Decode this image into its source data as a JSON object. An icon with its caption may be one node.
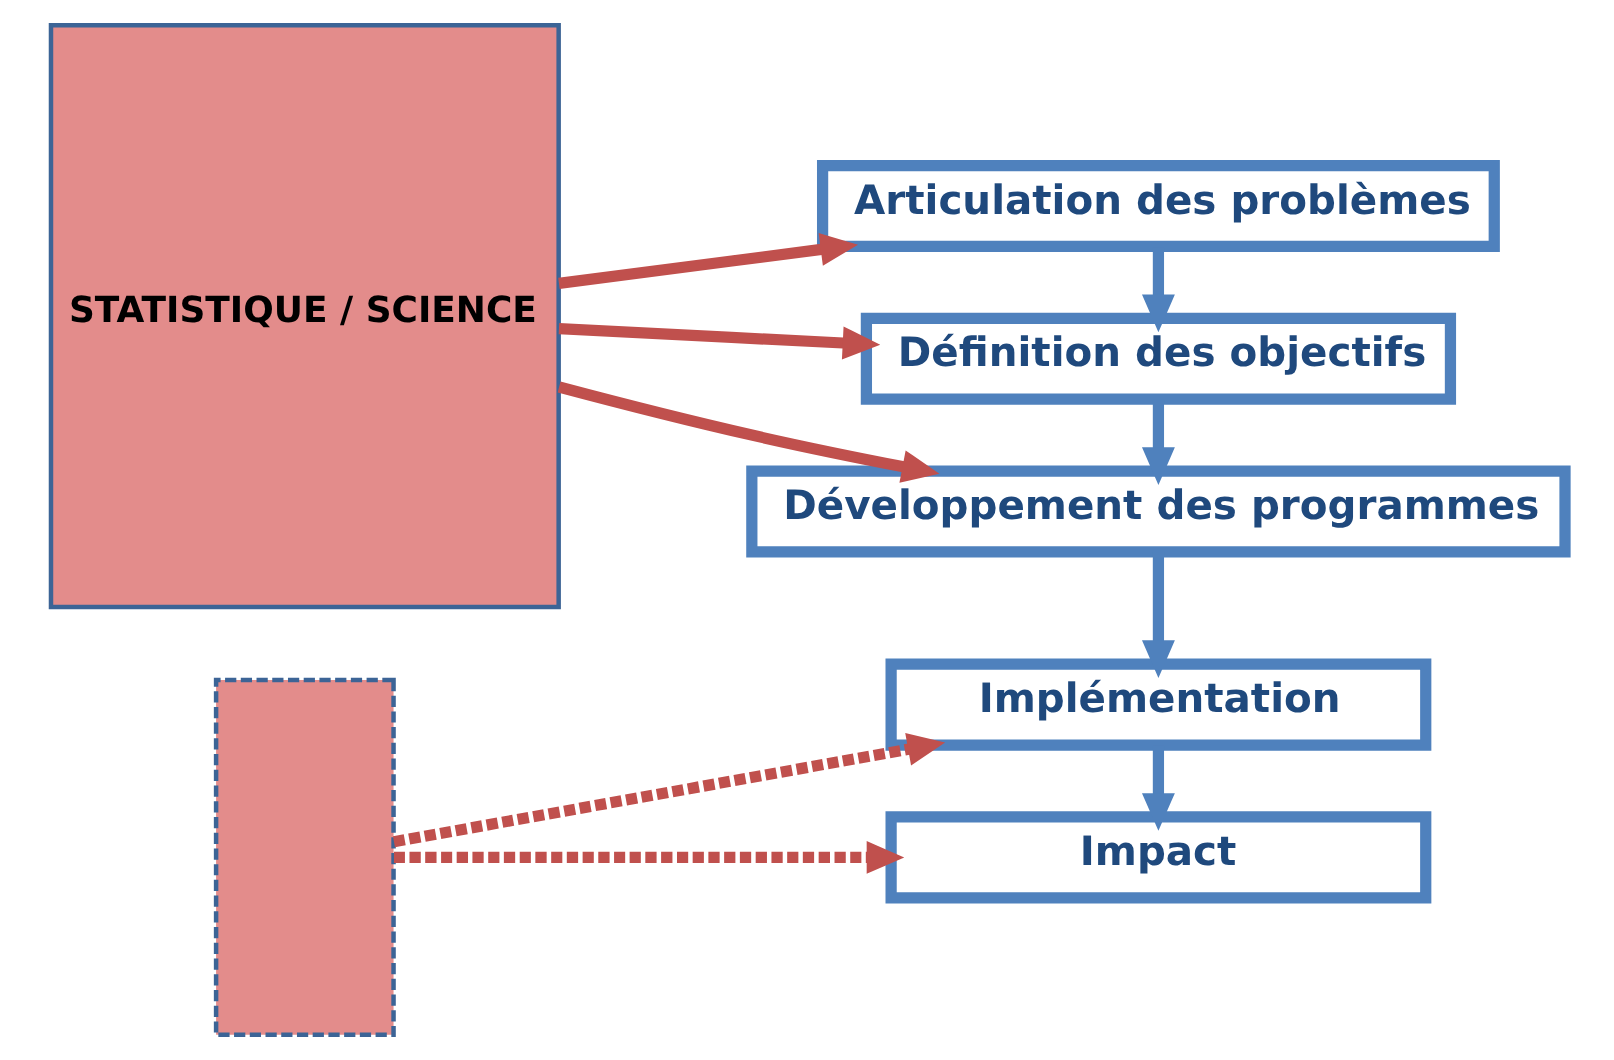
{
  "diagram": {
    "nodes": [
      {
        "text": [
          "STATISTIQUE / SCIENCE"
        ]
      },
      {
        "text": [],
        "shape": "box"
      },
      {
        "text": [
          "Articulation des problèmes"
        ]
      },
      {
        "text": [
          "Définition des objectifs"
        ]
      },
      {
        "text": [
          "Développement des programmes"
        ]
      },
      {
        "text": [
          "Implémentation"
        ]
      },
      {
        "text": [
          "Impact"
        ]
      }
    ],
    "edges": [
      {
        "from": 0,
        "to": 2,
        "arrow": "to"
      },
      {
        "from": 0,
        "to": 3,
        "arrow": "to"
      },
      {
        "from": 0,
        "to": 4,
        "arrow": "to"
      },
      {
        "from": 1,
        "to": 5,
        "arrow": "to",
        "style": "dashed"
      },
      {
        "from": 1,
        "to": 6,
        "arrow": "to",
        "style": "dashed"
      },
      {
        "from": 2,
        "to": 3,
        "arrow": "to",
        "color": "#4f81bd"
      },
      {
        "from": 3,
        "to": 4,
        "arrow": "to",
        "color": "#4f81bd"
      },
      {
        "from": 4,
        "to": 5,
        "arrow": "to",
        "color": "#4f81bd"
      },
      {
        "from": 5,
        "to": 6,
        "arrow": "to",
        "color": "#4f81bd"
      }
    ]
  }
}
